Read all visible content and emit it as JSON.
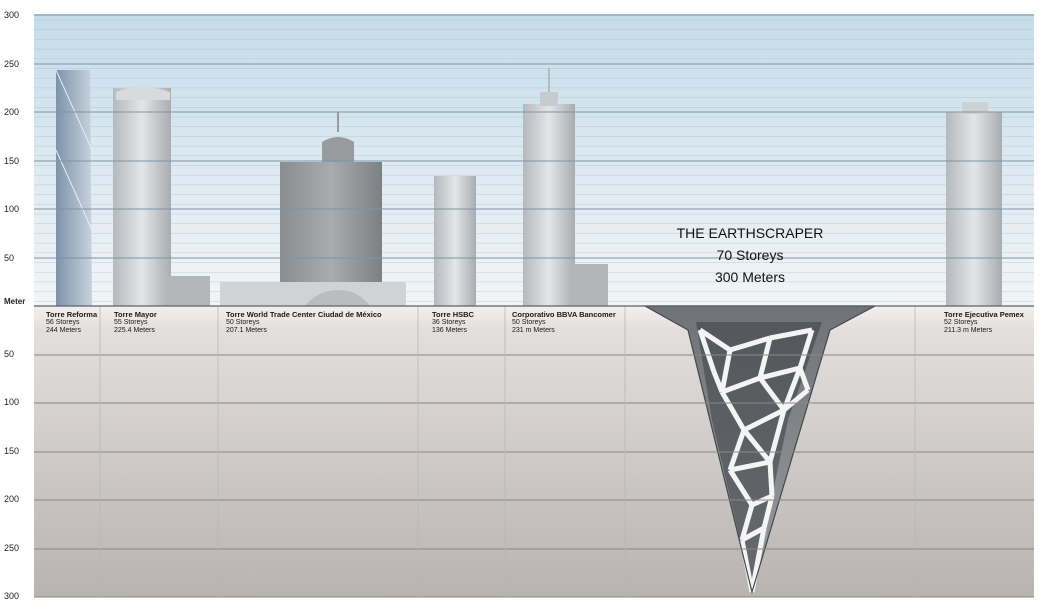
{
  "axis": {
    "unit_label": "Meter",
    "above_ticks": [
      "300",
      "250",
      "200",
      "150",
      "100",
      "50"
    ],
    "below_ticks": [
      "50",
      "100",
      "150",
      "200",
      "250",
      "300"
    ]
  },
  "buildings": [
    {
      "name": "Torre Reforma",
      "storeys": "56 Storeys",
      "height": "244 Meters"
    },
    {
      "name": "Torre Mayor",
      "storeys": "55 Storeys",
      "height": "225.4  Meters"
    },
    {
      "name": "Torre World Trade Center Ciudad de México",
      "storeys": "50 Storeys",
      "height": "207.1  Meters"
    },
    {
      "name": "Torre HSBC",
      "storeys": "36 Storeys",
      "height": "136 Meters"
    },
    {
      "name": "Corporativo BBVA Bancomer",
      "storeys": "50 Storeys",
      "height": "231 m Meters"
    },
    {
      "name": "Torre Ejecutiva Pemex",
      "storeys": "52 Storeys",
      "height": "211.3  m Meters"
    }
  ],
  "earthscraper": {
    "title": "THE EARTHSCRAPER",
    "storeys": "70 Storeys",
    "depth": "300 Meters"
  },
  "colors": {
    "sky_top": "#c5dcea",
    "sky_bottom": "#f2f5f7",
    "ground_top": "#e6e2df",
    "ground_bottom": "#b9b4b1",
    "gridline": "#7d8a96",
    "building": "#c9ccce",
    "lattice": "#f4f4f4",
    "lattice_dark": "#5a5d60"
  }
}
